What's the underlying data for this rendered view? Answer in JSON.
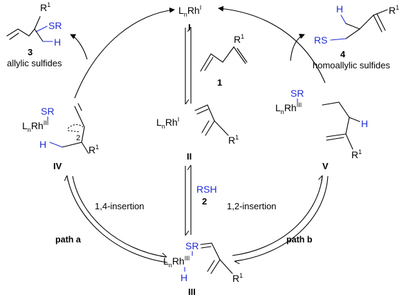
{
  "catalyst": {
    "rh": "L",
    "n": "n",
    "rh_core": "Rh",
    "ox": "I",
    "label": "I"
  },
  "diene": {
    "r": "R",
    "r_sup": "1",
    "label": "1"
  },
  "complex_II": {
    "label": "II"
  },
  "thiol": {
    "rsh": "RSH",
    "label": "2"
  },
  "complex_III": {
    "label": "III",
    "sr": "SR",
    "h": "H",
    "ox": "III"
  },
  "complex_IV": {
    "label": "IV",
    "sr": "SR",
    "h": "H",
    "two": "2",
    "ox": "III"
  },
  "complex_V": {
    "label": "V",
    "sr": "SR",
    "h": "H",
    "ox": "III"
  },
  "product_3": {
    "label": "3",
    "sr": "SR",
    "h": "H",
    "caption": "allylic sulfides"
  },
  "product_4": {
    "label": "4",
    "rs": "RS",
    "h": "H",
    "caption": "homoallylic sulfides"
  },
  "arrows": {
    "insertion_14": "1,4-insertion",
    "insertion_12": "1,2-insertion",
    "path_a": "path a",
    "path_b": "path b"
  },
  "colors": {
    "hetero_atom": "#1f2cd6",
    "ink": "#000000"
  }
}
